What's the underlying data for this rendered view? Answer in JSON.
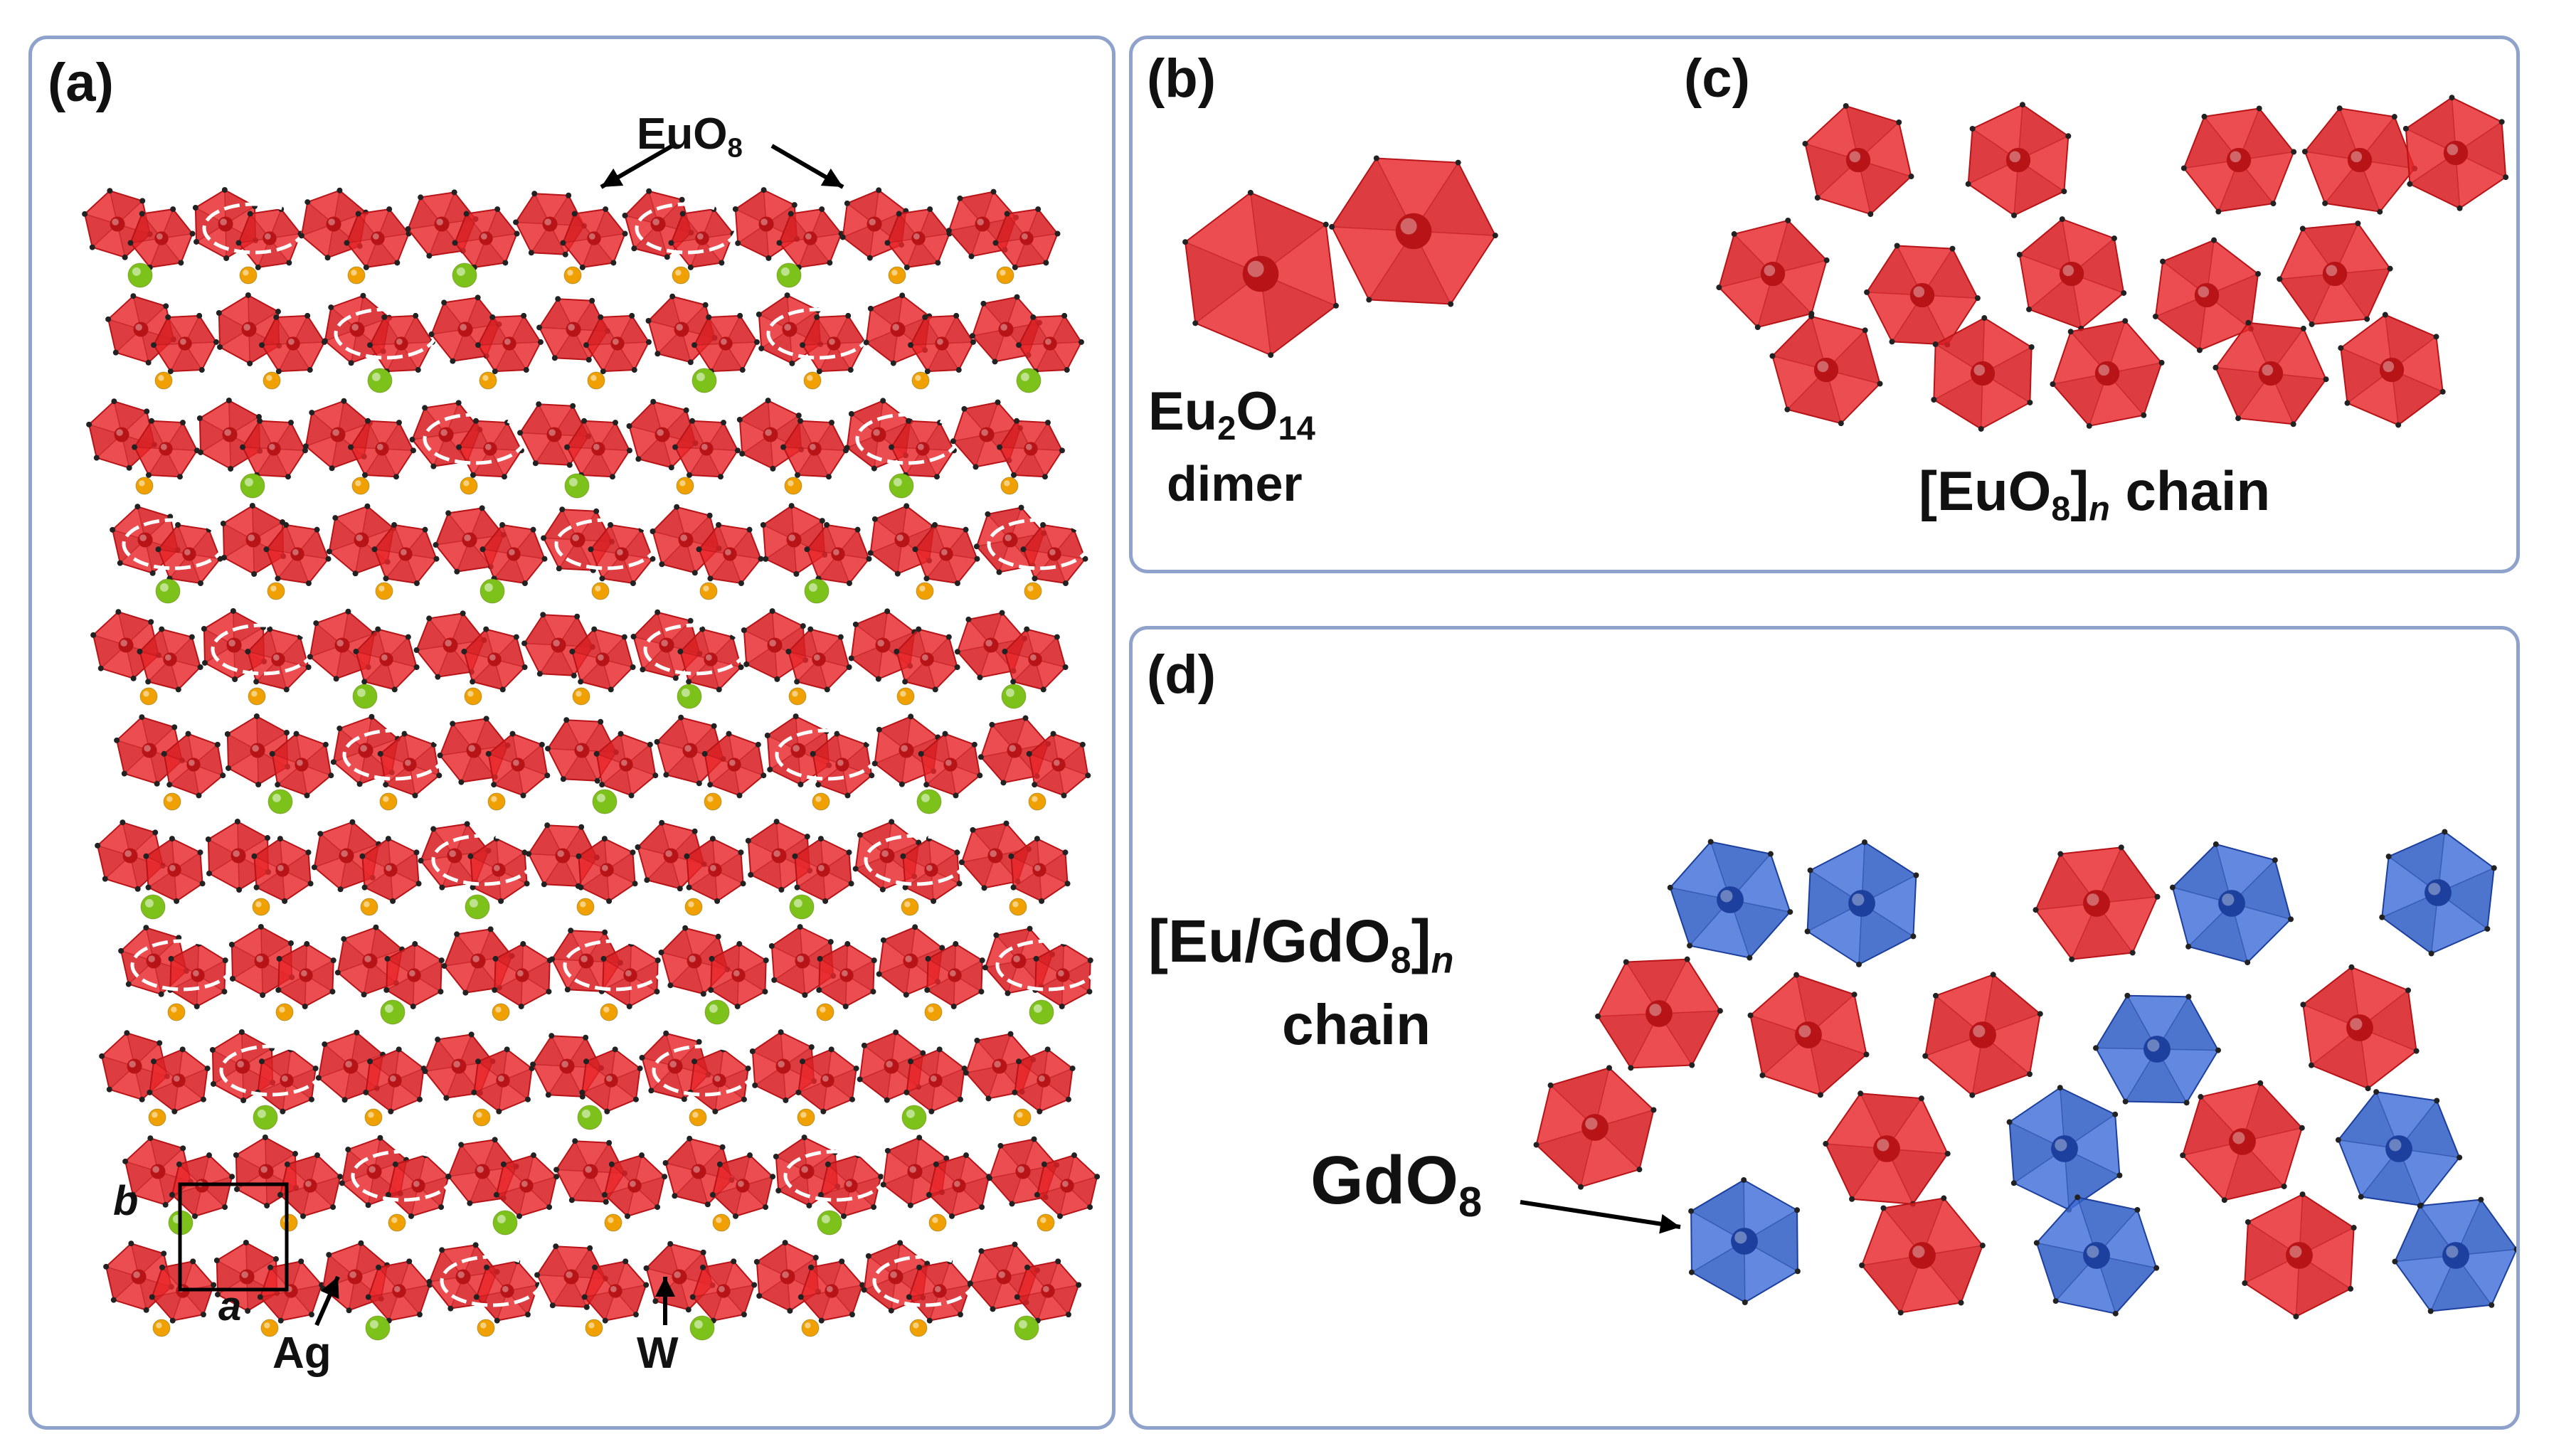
{
  "panels": {
    "a": {
      "label": "(a)",
      "formula_top": "EuO",
      "formula_top_sub": "8",
      "axis_b": "b",
      "axis_a": "a",
      "ag_label": "Ag",
      "w_label": "W"
    },
    "b": {
      "label": "(b)",
      "formula": "Eu",
      "formula_sub1": "2",
      "formula_mid": "O",
      "formula_sub2": "14",
      "subtitle": "dimer"
    },
    "c": {
      "label": "(c)",
      "formula_pre": "[EuO",
      "formula_sub": "8",
      "formula_post": "]",
      "formula_n": "n",
      "suffix": "chain"
    },
    "d": {
      "label": "(d)",
      "formula_pre": "[Eu/GdO",
      "formula_sub": "8",
      "formula_post": "]",
      "formula_n": "n",
      "line2": "chain",
      "gd_label": "GdO",
      "gd_sub": "8"
    }
  },
  "colors": {
    "eu_polyhedron": "#e8262a",
    "eu_polyhedron_dark": "#b81418",
    "gd_polyhedron": "#3f6fd8",
    "gd_polyhedron_dark": "#1d3f9e",
    "ag_atom": "#7cc21a",
    "w_atom": "#f0a000",
    "panel_border": "#8ea2cc",
    "dimer_ellipse": "#ffffff"
  },
  "icons": [
    "eu-polyhedron-icon",
    "gd-polyhedron-icon",
    "ag-atom-icon",
    "w-atom-icon",
    "arrow-icon"
  ]
}
